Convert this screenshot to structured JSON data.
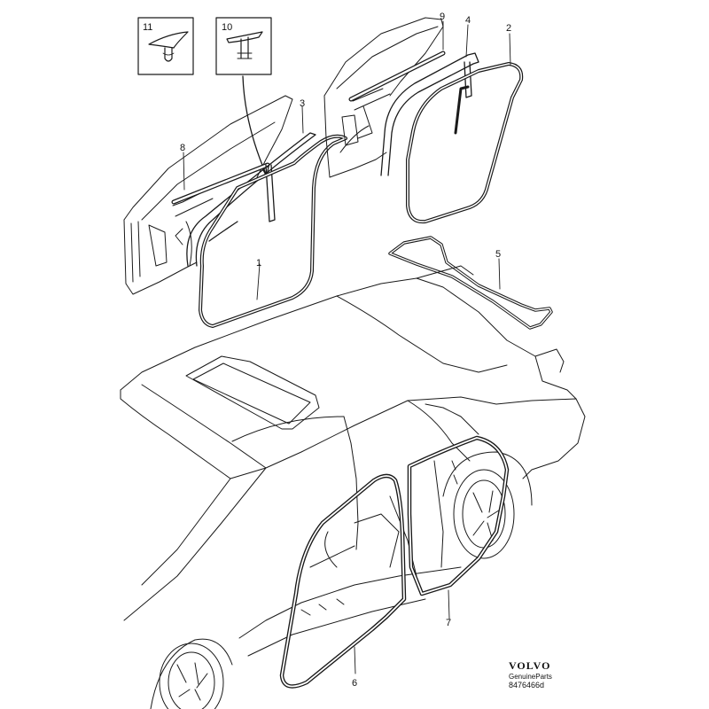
{
  "diagram": {
    "callouts": [
      {
        "id": "1",
        "label": "1"
      },
      {
        "id": "2",
        "label": "2"
      },
      {
        "id": "3",
        "label": "3"
      },
      {
        "id": "4",
        "label": "4"
      },
      {
        "id": "5",
        "label": "5"
      },
      {
        "id": "6",
        "label": "6"
      },
      {
        "id": "7",
        "label": "7"
      },
      {
        "id": "8",
        "label": "8"
      },
      {
        "id": "9",
        "label": "9"
      },
      {
        "id": "10",
        "label": "10"
      },
      {
        "id": "11",
        "label": "11"
      }
    ]
  },
  "branding": {
    "name": "VOLVO",
    "subtitle": "GenuineParts",
    "code": "8476466d"
  },
  "colors": {
    "line": "#1a1a1a",
    "background": "#ffffff"
  }
}
